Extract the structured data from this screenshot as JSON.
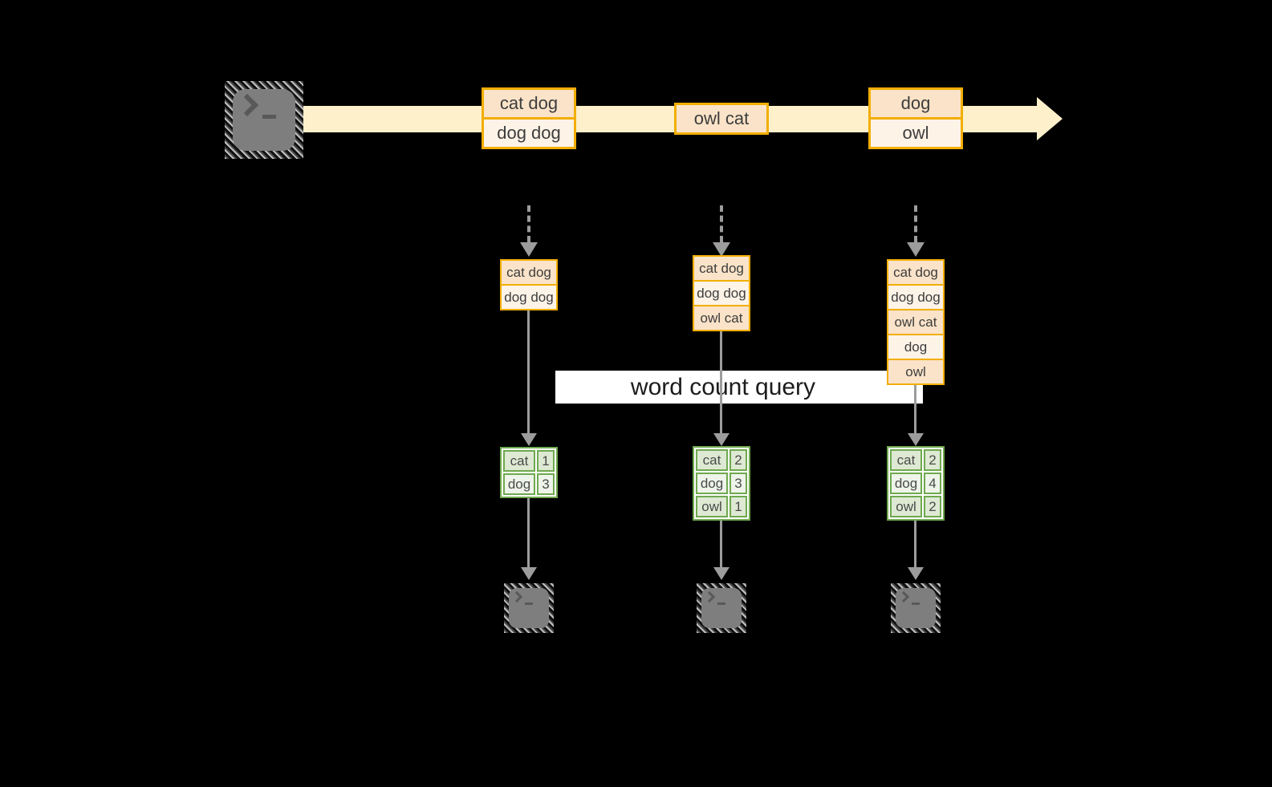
{
  "background": "#000000",
  "colors": {
    "stream_band": "#fdf0cb",
    "event_border": "#f2ae01",
    "event_fill_dark": "#fae3c8",
    "event_fill_light": "#fdf3e7",
    "table_border": "#6fa94f",
    "table_fill_dark": "#dee9d3",
    "table_fill_light": "#eef4e9",
    "arrow_gray": "#9c9c9c",
    "terminal_gray": "#7e7e7e"
  },
  "label": {
    "text": "word count query"
  },
  "stream_events": [
    {
      "rows": [
        "cat dog",
        "dog dog"
      ]
    },
    {
      "rows": [
        "owl cat"
      ]
    },
    {
      "rows": [
        "dog",
        "owl"
      ]
    }
  ],
  "columns": [
    {
      "buffer": [
        "cat dog",
        "dog dog"
      ],
      "counts": [
        {
          "word": "cat",
          "count": "1"
        },
        {
          "word": "dog",
          "count": "3"
        }
      ]
    },
    {
      "buffer": [
        "cat dog",
        "dog dog",
        "owl cat"
      ],
      "counts": [
        {
          "word": "cat",
          "count": "2"
        },
        {
          "word": "dog",
          "count": "3"
        },
        {
          "word": "owl",
          "count": "1"
        }
      ]
    },
    {
      "buffer": [
        "cat dog",
        "dog dog",
        "owl cat",
        "dog",
        "owl"
      ],
      "counts": [
        {
          "word": "cat",
          "count": "2"
        },
        {
          "word": "dog",
          "count": "4"
        },
        {
          "word": "owl",
          "count": "2"
        }
      ]
    }
  ]
}
